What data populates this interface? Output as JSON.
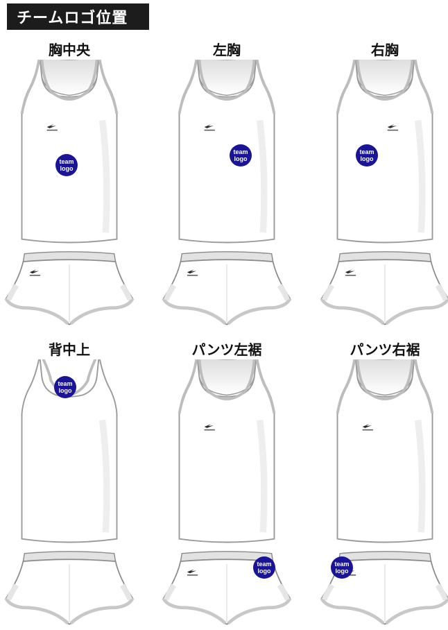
{
  "header": {
    "title": "チームロゴ位置"
  },
  "logo": {
    "line1": "team",
    "line2": "logo",
    "color": "#1a1597"
  },
  "brand_mark_color": "#2a2a2a",
  "panels": [
    {
      "label": "胸中央"
    },
    {
      "label": "左胸"
    },
    {
      "label": "右胸"
    },
    {
      "label": "背中上"
    },
    {
      "label": "パンツ左裾"
    },
    {
      "label": "パンツ右裾"
    }
  ]
}
